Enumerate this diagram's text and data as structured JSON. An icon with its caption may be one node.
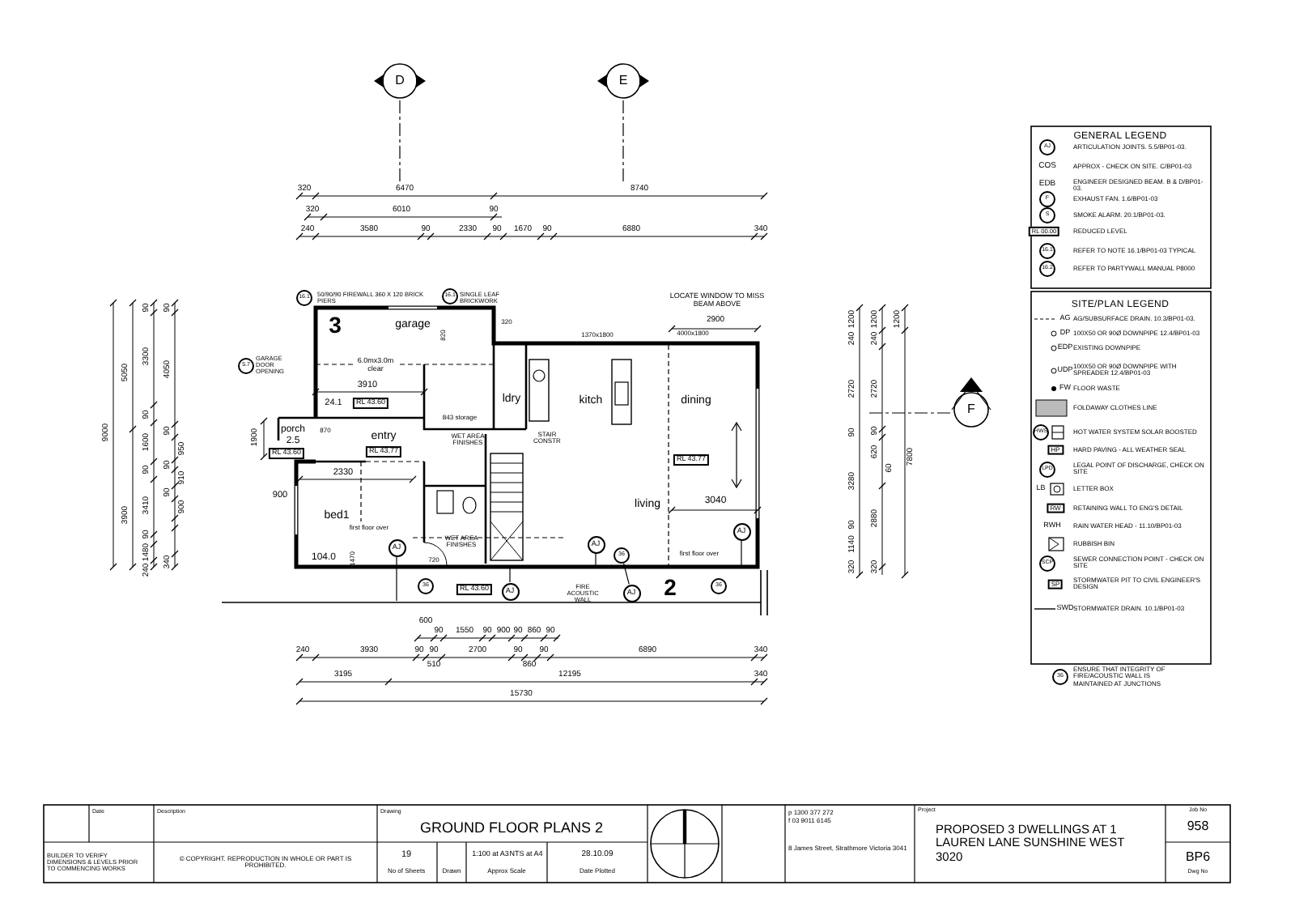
{
  "diagram": {
    "nodes": [
      {
        "text": [
          "D"
        ]
      },
      {
        "text": [
          "E"
        ]
      },
      {
        "text": [
          "F"
        ]
      },
      {
        "text": [
          "AJ"
        ]
      },
      {
        "text": [
          "AJ"
        ]
      },
      {
        "text": [
          "AJ"
        ]
      },
      {
        "text": [
          "AJ"
        ]
      },
      {
        "text": [
          "AJ"
        ]
      },
      {
        "text": [
          "16.1"
        ]
      },
      {
        "text": [
          "5.7"
        ],
        "beside": [
          "GARAGE DOOR OPENING"
        ]
      },
      {
        "text": [
          "16.1"
        ]
      },
      {
        "text": [
          "36"
        ]
      },
      {
        "text": [
          "36"
        ]
      },
      {
        "text": [
          "36"
        ]
      },
      {
        "text": [
          "AJ"
        ]
      },
      {
        "text": [
          "F"
        ]
      },
      {
        "text": [
          "S"
        ]
      },
      {
        "text": [
          "16.1"
        ]
      },
      {
        "text": [
          "16.2"
        ]
      },
      {
        "text": [
          "HWS"
        ]
      },
      {
        "text": [
          "LPD"
        ]
      },
      {
        "text": [
          "SCP"
        ]
      },
      {
        "text": [
          "36"
        ]
      }
    ],
    "edges": [
      {
        "from": 3,
        "to": null,
        "arrow": "none"
      },
      {
        "from": 4,
        "to": null,
        "arrow": "none"
      },
      {
        "from": 5,
        "to": null,
        "arrow": "none"
      },
      {
        "from": 6,
        "to": 12,
        "arrow": "none"
      },
      {
        "from": 7,
        "to": null,
        "arrow": "none"
      }
    ],
    "labels": [
      "320",
      "6470",
      "8740",
      "320",
      "6010",
      "90",
      "240",
      "3580",
      "90",
      "2330",
      "90",
      "1670",
      "90",
      "6880",
      "340",
      "9000",
      "5050",
      "3900",
      "90",
      "3300",
      "90",
      "1600",
      "90",
      "3410",
      "90",
      "1480",
      "240",
      "90",
      "4050",
      "90",
      "950",
      "90",
      "910",
      "90",
      "900",
      "340",
      "50/90/90 FIREWALL 360 X 120 BRICK PIERS",
      "3",
      "garage",
      "6.0mx3.0m clear",
      "3910",
      "24.1",
      "RL 43.60",
      "1900",
      "porch 2.5",
      "RL 43.60",
      "870",
      "entry",
      "RL 43.77",
      "2330",
      "900",
      "bed1",
      "first floor over",
      "104.0",
      "1470",
      "720",
      "SINGLE LEAF BRICKWORK",
      "320",
      "820",
      "1370x1800",
      "4000x1800",
      "LOCATE WINDOW TO MISS BEAM ABOVE",
      "2900",
      "ldry",
      "843 storage",
      "kitch",
      "dining",
      "WET AREA FINISHES",
      "STAIR CONSTR",
      "RL 43.77",
      "living",
      "3040",
      "first floor over",
      "WET AREA FINISHES",
      "RL 43.60",
      "FIRE ACOUSTIC WALL",
      "2",
      "600",
      "90",
      "1550",
      "90",
      "900",
      "90",
      "860",
      "90",
      "240",
      "3930",
      "90",
      "90",
      "2700",
      "90",
      "90",
      "6890",
      "340",
      "510",
      "860",
      "3195",
      "12195",
      "340",
      "15730",
      "1200",
      "240",
      "2720",
      "90",
      "3280",
      "90",
      "1140",
      "320",
      "1200",
      "240",
      "2720",
      "90",
      "620",
      "60",
      "2880",
      "320",
      "1200",
      "7800",
      "GENERAL LEGEND",
      "COS",
      "EDB",
      "RL 00.00",
      "SITE/PLAN LEGEND",
      "AG",
      "DP",
      "EDP",
      "UDP",
      "FW",
      "HP",
      "LB",
      "RW",
      "RWH",
      "SP",
      "SWD",
      "ENSURE THAT INTEGRITY OF FIRE/ACOUSTIC WALL IS MAINTAINED AT JUNCTIONS",
      "Date",
      "Description",
      "Drawing",
      "GROUND FLOOR PLANS 2",
      "BUILDER TO VERIFY DIMENSIONS & LEVELS PRIOR TO COMMENCING WORKS",
      "© COPYRIGHT. REPRODUCTION IN WHOLE OR PART IS PROHIBITED.",
      "19",
      "No of Sheets",
      "Drawn",
      "1:100 at A3",
      "NTS at A4",
      "Approx Scale",
      "28.10.09",
      "Date Plotted",
      "p 1300 377 272",
      "f 03 9011 6145",
      "8 James Street, Strathmore Victoria 3041",
      "Project",
      "PROPOSED 3 DWELLINGS AT 1 LAUREN LANE SUNSHINE WEST 3020",
      "Job No",
      "958",
      "BP6",
      "Dwg No"
    ],
    "legend": [
      {
        "text": "ARTICULATION JOINTS. 5.5/BP01-03."
      },
      {
        "text": "APPROX - CHECK ON SITE. C/BP01-03"
      },
      {
        "text": "ENGINEER DESIGNED BEAM. B & D/BP01-03."
      },
      {
        "text": "EXHAUST FAN. 1.6/BP01-03"
      },
      {
        "text": "SMOKE ALARM. 20.1/BP01-03."
      },
      {
        "text": "REDUCED LEVEL"
      },
      {
        "text": "REFER TO NOTE 16.1/BP01-03 TYPICAL"
      },
      {
        "text": "REFER TO PARTYWALL MANUAL P8000"
      },
      {
        "text": "AG/SUBSURFACE DRAIN. 10.3/BP01-03."
      },
      {
        "text": "100X50 OR 90Ø DOWNPIPE 12.4/BP01-03"
      },
      {
        "text": "EXISTING DOWNPIPE"
      },
      {
        "text": "100X50 OR 90Ø DOWNPIPE WITH SPREADER 12.4/BP01-03"
      },
      {
        "text": "FLOOR WASTE"
      },
      {
        "text": "FOLDAWAY CLOTHES LINE"
      },
      {
        "text": "HOT WATER SYSTEM SOLAR BOOSTED"
      },
      {
        "text": "HARD PAVING - ALL WEATHER SEAL"
      },
      {
        "text": "LEGAL POINT OF DISCHARGE, CHECK ON SITE"
      },
      {
        "text": "LETTER BOX"
      },
      {
        "text": "RETAINING WALL TO ENG'S DETAIL"
      },
      {
        "text": "RAIN WATER HEAD - 11.10/BP01-03"
      },
      {
        "text": "RUBBISH BIN"
      },
      {
        "text": "SEWER CONNECTION POINT - CHECK ON SITE"
      },
      {
        "text": "STORMWATER PIT TO CIVIL ENGINEER'S DESIGN"
      },
      {
        "text": "STORMWATER DRAIN. 10.1/BP01-03"
      }
    ]
  }
}
